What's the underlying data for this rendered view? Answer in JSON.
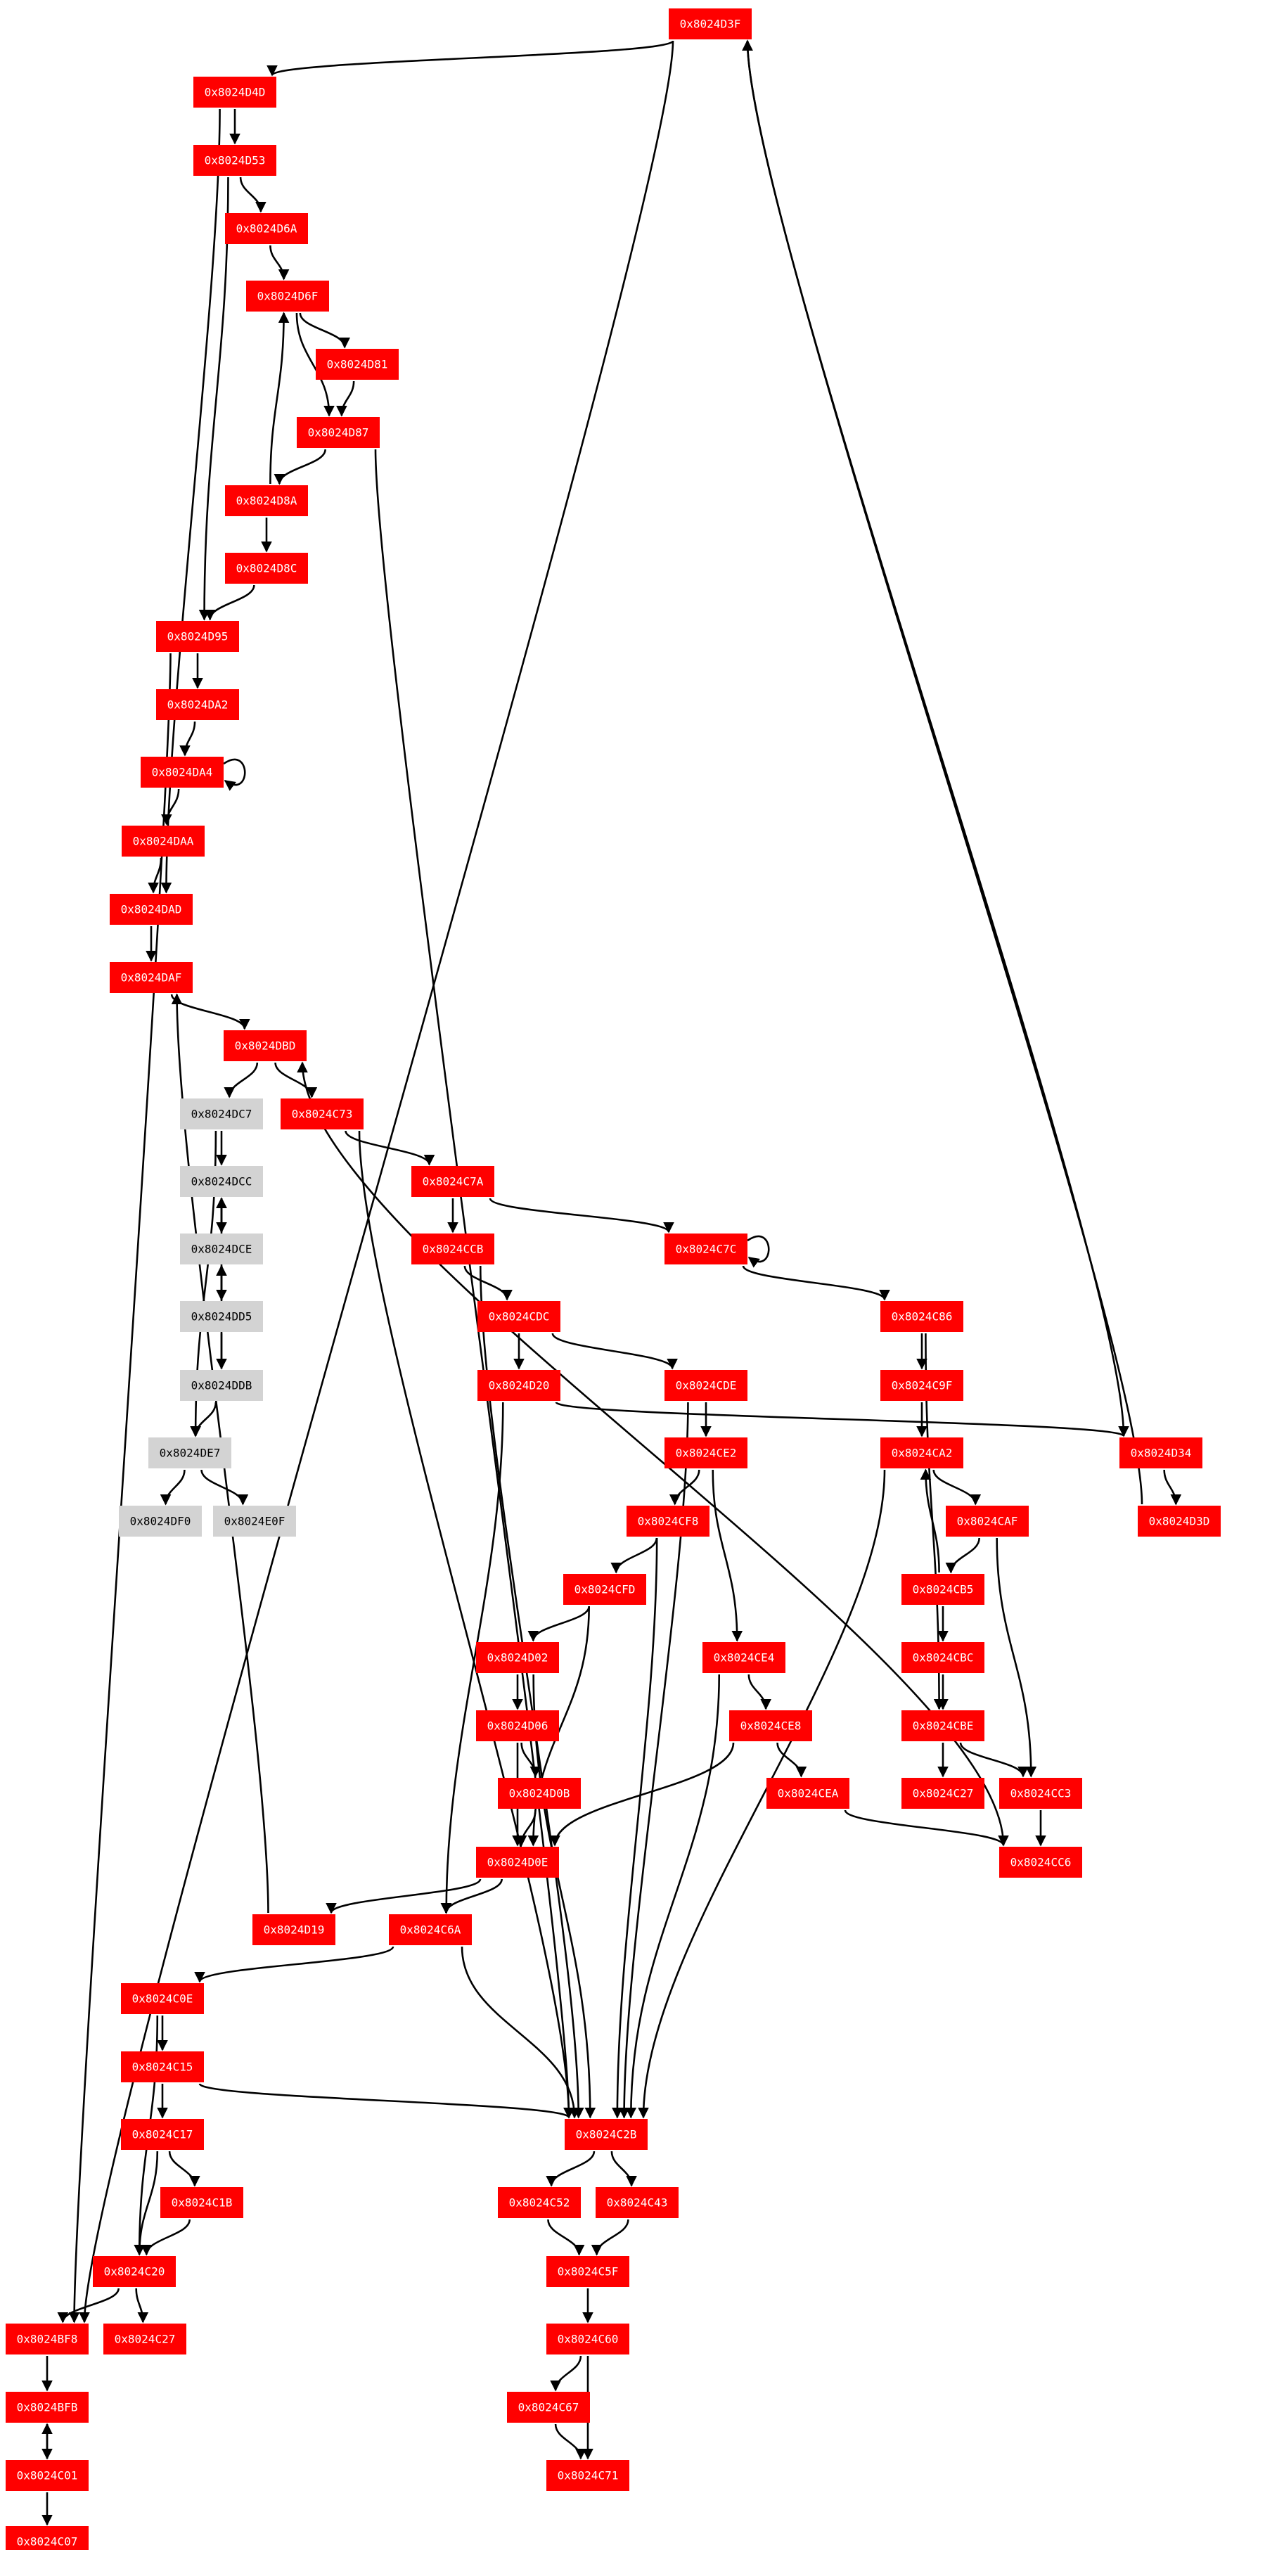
{
  "colors": {
    "reached": "#ff0000",
    "unreached": "#d3d3d3",
    "reached_text": "#ffffff",
    "unreached_text": "#000000",
    "edge": "#000000"
  },
  "nodes": [
    {
      "id": "n_d3f",
      "label": "0x8024D3F",
      "status": "reached"
    },
    {
      "id": "n_d4d",
      "label": "0x8024D4D",
      "status": "reached"
    },
    {
      "id": "n_d53",
      "label": "0x8024D53",
      "status": "reached"
    },
    {
      "id": "n_d6a",
      "label": "0x8024D6A",
      "status": "reached"
    },
    {
      "id": "n_d6f",
      "label": "0x8024D6F",
      "status": "reached"
    },
    {
      "id": "n_d81",
      "label": "0x8024D81",
      "status": "reached"
    },
    {
      "id": "n_d87",
      "label": "0x8024D87",
      "status": "reached"
    },
    {
      "id": "n_d8a",
      "label": "0x8024D8A",
      "status": "reached"
    },
    {
      "id": "n_d8c",
      "label": "0x8024D8C",
      "status": "reached"
    },
    {
      "id": "n_d95",
      "label": "0x8024D95",
      "status": "reached"
    },
    {
      "id": "n_da2",
      "label": "0x8024DA2",
      "status": "reached"
    },
    {
      "id": "n_da4",
      "label": "0x8024DA4",
      "status": "reached"
    },
    {
      "id": "n_daa",
      "label": "0x8024DAA",
      "status": "reached"
    },
    {
      "id": "n_dad",
      "label": "0x8024DAD",
      "status": "reached"
    },
    {
      "id": "n_daf",
      "label": "0x8024DAF",
      "status": "reached"
    },
    {
      "id": "n_dbd",
      "label": "0x8024DBD",
      "status": "reached"
    },
    {
      "id": "n_dc7",
      "label": "0x8024DC7",
      "status": "unreached"
    },
    {
      "id": "n_c73",
      "label": "0x8024C73",
      "status": "reached"
    },
    {
      "id": "n_dcc",
      "label": "0x8024DCC",
      "status": "unreached"
    },
    {
      "id": "n_c7a",
      "label": "0x8024C7A",
      "status": "reached"
    },
    {
      "id": "n_dce",
      "label": "0x8024DCE",
      "status": "unreached"
    },
    {
      "id": "n_ccb",
      "label": "0x8024CCB",
      "status": "reached"
    },
    {
      "id": "n_c7c",
      "label": "0x8024C7C",
      "status": "reached"
    },
    {
      "id": "n_dd5",
      "label": "0x8024DD5",
      "status": "unreached"
    },
    {
      "id": "n_cdc",
      "label": "0x8024CDC",
      "status": "reached"
    },
    {
      "id": "n_c86",
      "label": "0x8024C86",
      "status": "reached"
    },
    {
      "id": "n_ddb",
      "label": "0x8024DDB",
      "status": "unreached"
    },
    {
      "id": "n_d20",
      "label": "0x8024D20",
      "status": "reached"
    },
    {
      "id": "n_cde",
      "label": "0x8024CDE",
      "status": "reached"
    },
    {
      "id": "n_c9f",
      "label": "0x8024C9F",
      "status": "reached"
    },
    {
      "id": "n_de7",
      "label": "0x8024DE7",
      "status": "unreached"
    },
    {
      "id": "n_ce2",
      "label": "0x8024CE2",
      "status": "reached"
    },
    {
      "id": "n_ca2",
      "label": "0x8024CA2",
      "status": "reached"
    },
    {
      "id": "n_d34",
      "label": "0x8024D34",
      "status": "reached"
    },
    {
      "id": "n_df0",
      "label": "0x8024DF0",
      "status": "unreached"
    },
    {
      "id": "n_e0f",
      "label": "0x8024E0F",
      "status": "unreached"
    },
    {
      "id": "n_cf8",
      "label": "0x8024CF8",
      "status": "reached"
    },
    {
      "id": "n_caf",
      "label": "0x8024CAF",
      "status": "reached"
    },
    {
      "id": "n_d3d",
      "label": "0x8024D3D",
      "status": "reached"
    },
    {
      "id": "n_cfd",
      "label": "0x8024CFD",
      "status": "reached"
    },
    {
      "id": "n_cb5",
      "label": "0x8024CB5",
      "status": "reached"
    },
    {
      "id": "n_d02",
      "label": "0x8024D02",
      "status": "reached"
    },
    {
      "id": "n_ce4",
      "label": "0x8024CE4",
      "status": "reached"
    },
    {
      "id": "n_cbc",
      "label": "0x8024CBC",
      "status": "reached"
    },
    {
      "id": "n_d06",
      "label": "0x8024D06",
      "status": "reached"
    },
    {
      "id": "n_ce8",
      "label": "0x8024CE8",
      "status": "reached"
    },
    {
      "id": "n_cbe",
      "label": "0x8024CBE",
      "status": "reached"
    },
    {
      "id": "n_d0b",
      "label": "0x8024D0B",
      "status": "reached"
    },
    {
      "id": "n_cea",
      "label": "0x8024CEA",
      "status": "reached"
    },
    {
      "id": "n_c27b",
      "label": "0x8024C27",
      "status": "reached"
    },
    {
      "id": "n_cc3",
      "label": "0x8024CC3",
      "status": "reached"
    },
    {
      "id": "n_d0e",
      "label": "0x8024D0E",
      "status": "reached"
    },
    {
      "id": "n_cc6",
      "label": "0x8024CC6",
      "status": "reached"
    },
    {
      "id": "n_d19",
      "label": "0x8024D19",
      "status": "reached"
    },
    {
      "id": "n_c6a",
      "label": "0x8024C6A",
      "status": "reached"
    },
    {
      "id": "n_c0e",
      "label": "0x8024C0E",
      "status": "reached"
    },
    {
      "id": "n_c15",
      "label": "0x8024C15",
      "status": "reached"
    },
    {
      "id": "n_c2b",
      "label": "0x8024C2B",
      "status": "reached"
    },
    {
      "id": "n_c17",
      "label": "0x8024C17",
      "status": "reached"
    },
    {
      "id": "n_c52",
      "label": "0x8024C52",
      "status": "reached"
    },
    {
      "id": "n_c43",
      "label": "0x8024C43",
      "status": "reached"
    },
    {
      "id": "n_c1b",
      "label": "0x8024C1B",
      "status": "reached"
    },
    {
      "id": "n_c5f",
      "label": "0x8024C5F",
      "status": "reached"
    },
    {
      "id": "n_c20",
      "label": "0x8024C20",
      "status": "reached"
    },
    {
      "id": "n_c60",
      "label": "0x8024C60",
      "status": "reached"
    },
    {
      "id": "n_bf8",
      "label": "0x8024BF8",
      "status": "reached"
    },
    {
      "id": "n_c27a",
      "label": "0x8024C27",
      "status": "reached"
    },
    {
      "id": "n_c67",
      "label": "0x8024C67",
      "status": "reached"
    },
    {
      "id": "n_bfb",
      "label": "0x8024BFB",
      "status": "reached"
    },
    {
      "id": "n_c71",
      "label": "0x8024C71",
      "status": "reached"
    },
    {
      "id": "n_c01",
      "label": "0x8024C01",
      "status": "reached"
    },
    {
      "id": "n_c07",
      "label": "0x8024C07",
      "status": "reached"
    }
  ],
  "edges": [
    [
      "n_d3f",
      "n_d4d"
    ],
    [
      "n_d3f",
      "n_bf8"
    ],
    [
      "n_d4d",
      "n_d53"
    ],
    [
      "n_d4d",
      "n_dad"
    ],
    [
      "n_d53",
      "n_d6a"
    ],
    [
      "n_d53",
      "n_d95"
    ],
    [
      "n_d6a",
      "n_d6f"
    ],
    [
      "n_d6f",
      "n_d81"
    ],
    [
      "n_d6f",
      "n_d87"
    ],
    [
      "n_d81",
      "n_d87"
    ],
    [
      "n_d87",
      "n_d8a"
    ],
    [
      "n_d87",
      "n_c2b"
    ],
    [
      "n_d8a",
      "n_d6f"
    ],
    [
      "n_d8a",
      "n_d8c"
    ],
    [
      "n_d8c",
      "n_d95"
    ],
    [
      "n_d95",
      "n_da2"
    ],
    [
      "n_d95",
      "n_bf8"
    ],
    [
      "n_da2",
      "n_da4"
    ],
    [
      "n_da4",
      "n_da4"
    ],
    [
      "n_da4",
      "n_daa"
    ],
    [
      "n_daa",
      "n_dad"
    ],
    [
      "n_dad",
      "n_daf"
    ],
    [
      "n_daf",
      "n_dbd"
    ],
    [
      "n_dbd",
      "n_dc7"
    ],
    [
      "n_dbd",
      "n_c73"
    ],
    [
      "n_dc7",
      "n_dcc"
    ],
    [
      "n_dc7",
      "n_de7"
    ],
    [
      "n_dcc",
      "n_dce"
    ],
    [
      "n_dce",
      "n_dcc"
    ],
    [
      "n_dce",
      "n_dd5"
    ],
    [
      "n_dd5",
      "n_dce"
    ],
    [
      "n_dd5",
      "n_ddb"
    ],
    [
      "n_ddb",
      "n_dcc"
    ],
    [
      "n_ddb",
      "n_de7"
    ],
    [
      "n_de7",
      "n_df0"
    ],
    [
      "n_de7",
      "n_e0f"
    ],
    [
      "n_c73",
      "n_c7a"
    ],
    [
      "n_c73",
      "n_c2b"
    ],
    [
      "n_c7a",
      "n_ccb"
    ],
    [
      "n_c7a",
      "n_c7c"
    ],
    [
      "n_c7c",
      "n_c7c"
    ],
    [
      "n_c7c",
      "n_c86"
    ],
    [
      "n_ccb",
      "n_cdc"
    ],
    [
      "n_ccb",
      "n_c2b"
    ],
    [
      "n_cdc",
      "n_d20"
    ],
    [
      "n_cdc",
      "n_cde"
    ],
    [
      "n_d20",
      "n_d34"
    ],
    [
      "n_d20",
      "n_c6a"
    ],
    [
      "n_cde",
      "n_ce2"
    ],
    [
      "n_cde",
      "n_c2b"
    ],
    [
      "n_c86",
      "n_c9f"
    ],
    [
      "n_c86",
      "n_cbe"
    ],
    [
      "n_c9f",
      "n_ca2"
    ],
    [
      "n_ca2",
      "n_caf"
    ],
    [
      "n_ca2",
      "n_c2b"
    ],
    [
      "n_d34",
      "n_d3d"
    ],
    [
      "n_d34",
      "n_d3f"
    ],
    [
      "n_d3d",
      "n_d3f"
    ],
    [
      "n_ce2",
      "n_cf8"
    ],
    [
      "n_ce2",
      "n_ce4"
    ],
    [
      "n_cf8",
      "n_cfd"
    ],
    [
      "n_cf8",
      "n_c2b"
    ],
    [
      "n_caf",
      "n_cb5"
    ],
    [
      "n_caf",
      "n_cc3"
    ],
    [
      "n_cb5",
      "n_ca2"
    ],
    [
      "n_cb5",
      "n_cbc"
    ],
    [
      "n_cfd",
      "n_d02"
    ],
    [
      "n_cfd",
      "n_d0e"
    ],
    [
      "n_d02",
      "n_d06"
    ],
    [
      "n_d02",
      "n_c2b"
    ],
    [
      "n_ce4",
      "n_ce8"
    ],
    [
      "n_ce4",
      "n_c2b"
    ],
    [
      "n_cbc",
      "n_cbe"
    ],
    [
      "n_d06",
      "n_d0b"
    ],
    [
      "n_d06",
      "n_d0e"
    ],
    [
      "n_ce8",
      "n_d0e"
    ],
    [
      "n_ce8",
      "n_cea"
    ],
    [
      "n_cbe",
      "n_c27b"
    ],
    [
      "n_cbe",
      "n_cc3"
    ],
    [
      "n_cc3",
      "n_cc6"
    ],
    [
      "n_cea",
      "n_cc6"
    ],
    [
      "n_cc6",
      "n_dbd"
    ],
    [
      "n_d0b",
      "n_d0e"
    ],
    [
      "n_d0e",
      "n_d19"
    ],
    [
      "n_d0e",
      "n_c6a"
    ],
    [
      "n_d19",
      "n_daf"
    ],
    [
      "n_c6a",
      "n_c0e"
    ],
    [
      "n_c6a",
      "n_c2b"
    ],
    [
      "n_c0e",
      "n_c15"
    ],
    [
      "n_c0e",
      "n_c20"
    ],
    [
      "n_c15",
      "n_c17"
    ],
    [
      "n_c15",
      "n_c2b"
    ],
    [
      "n_c17",
      "n_c1b"
    ],
    [
      "n_c17",
      "n_c20"
    ],
    [
      "n_c1b",
      "n_c20"
    ],
    [
      "n_c20",
      "n_bf8"
    ],
    [
      "n_c20",
      "n_c27a"
    ],
    [
      "n_c2b",
      "n_c52"
    ],
    [
      "n_c2b",
      "n_c43"
    ],
    [
      "n_c52",
      "n_c5f"
    ],
    [
      "n_c43",
      "n_c5f"
    ],
    [
      "n_c5f",
      "n_c60"
    ],
    [
      "n_c60",
      "n_c67"
    ],
    [
      "n_c60",
      "n_c71"
    ],
    [
      "n_c67",
      "n_c71"
    ],
    [
      "n_bf8",
      "n_bfb"
    ],
    [
      "n_bfb",
      "n_c01"
    ],
    [
      "n_c01",
      "n_bfb"
    ],
    [
      "n_c01",
      "n_c07"
    ]
  ]
}
